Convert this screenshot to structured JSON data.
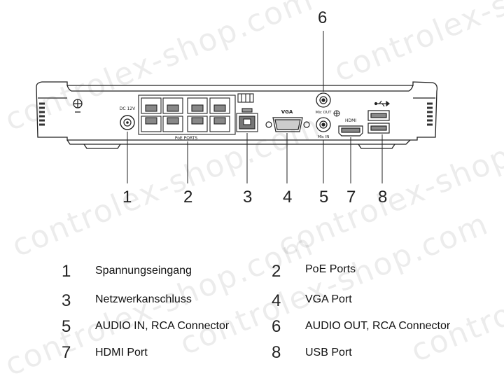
{
  "watermark_text": "controlex-shop.com",
  "device": {
    "panel_labels": {
      "dc": "DC 12V",
      "poe": "PoE PORTS",
      "vga": "VGA",
      "audio_out": "Mic OUT",
      "audio_in": "Mic IN",
      "hdmi": "HDMI"
    }
  },
  "callouts": [
    "1",
    "2",
    "3",
    "4",
    "5",
    "6",
    "7",
    "8"
  ],
  "legend": [
    {
      "num": "1",
      "label": "Spannungseingang"
    },
    {
      "num": "2",
      "label": "PoE Ports"
    },
    {
      "num": "3",
      "label": "Netzwerkanschluss"
    },
    {
      "num": "4",
      "label": "VGA Port"
    },
    {
      "num": "5",
      "label": "AUDIO IN, RCA Connector"
    },
    {
      "num": "6",
      "label": "AUDIO OUT, RCA Connector"
    },
    {
      "num": "7",
      "label": "HDMI Port"
    },
    {
      "num": "8",
      "label": "USB Port"
    }
  ]
}
